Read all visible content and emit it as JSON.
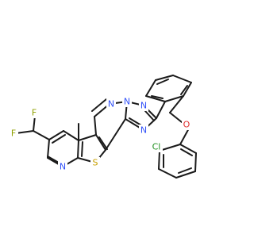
{
  "molecule": {
    "atoms": {
      "F_top": "F",
      "F_bot": "F",
      "N_pyr": "N",
      "S": "S",
      "N_pm": "N",
      "N_fused": "N",
      "N_tri": "N",
      "N_tri2": "N",
      "O": "O",
      "Cl": "Cl"
    },
    "colors": {
      "bond": "#1a1a1a",
      "N": "#3050f8",
      "S": "#c8a000",
      "F": "#8fa000",
      "O": "#e03030",
      "Cl": "#1f8f1f"
    }
  }
}
